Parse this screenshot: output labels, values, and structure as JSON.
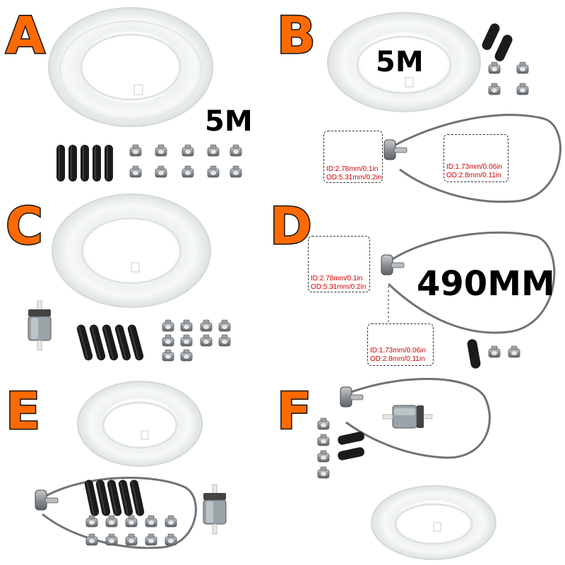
{
  "variants": [
    {
      "letter": "A",
      "length_label": "5M"
    },
    {
      "letter": "B",
      "length_label": "5M",
      "connector_spec": [
        "ID:2.78mm/0.1in",
        "OD:5.31mm/0.2in"
      ],
      "pipe_spec": [
        "ID:1.73mm/0.06in",
        "OD:2.8mm/0.11in"
      ]
    },
    {
      "letter": "C"
    },
    {
      "letter": "D",
      "length_label": "490MM",
      "connector_spec": [
        "ID:2.78mm/0.1in",
        "OD:5.31mm/0.2in"
      ],
      "pipe_spec": [
        "ID:1.73mm/0.06in",
        "OD:2.8mm/0.11in"
      ]
    },
    {
      "letter": "E"
    },
    {
      "letter": "F"
    }
  ],
  "colors": {
    "letter_fill": "#ff6a00",
    "letter_outline": "#111111",
    "spec_text": "#d40000"
  }
}
